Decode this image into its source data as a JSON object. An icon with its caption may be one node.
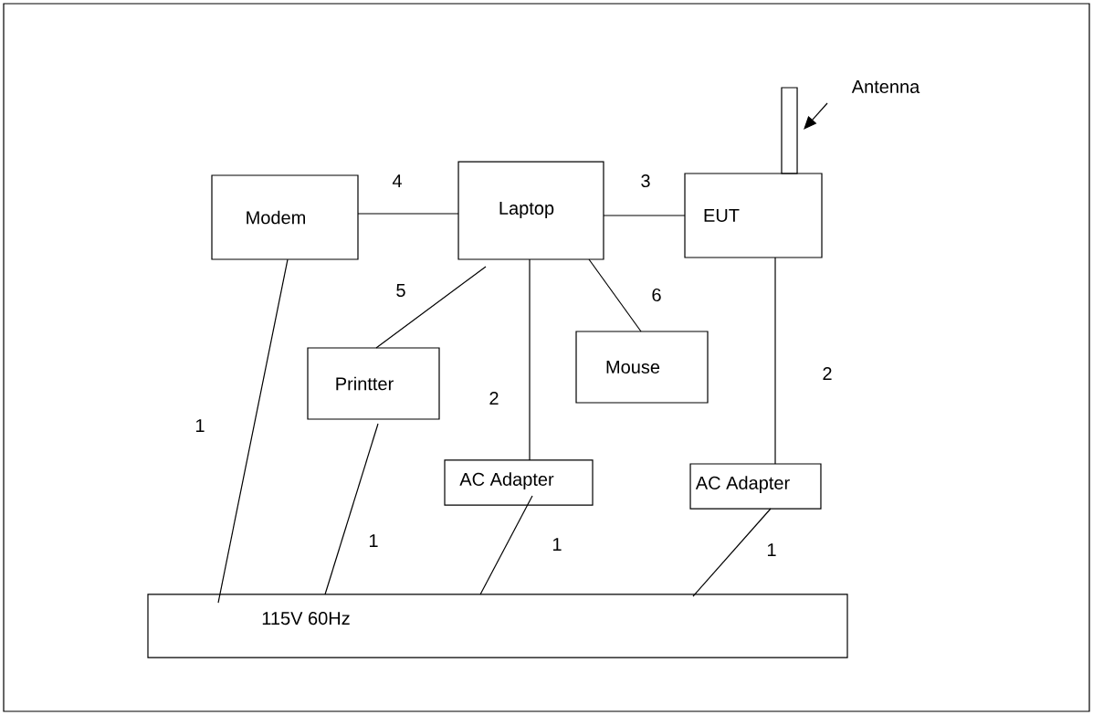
{
  "diagram": {
    "nodes": [
      {
        "text": [
          "Modem"
        ]
      },
      {
        "text": [
          "Laptop"
        ]
      },
      {
        "text": [
          "EUT"
        ]
      },
      {
        "text": [
          "Printter"
        ]
      },
      {
        "text": [
          "Mouse"
        ]
      },
      {
        "text": [
          "AC Adapter"
        ]
      },
      {
        "text": [
          "AC Adapter"
        ]
      },
      {
        "text": [
          "115V 60Hz"
        ]
      },
      {
        "text": [
          "Antenna"
        ]
      },
      {
        "text": [],
        "shape": "bar"
      }
    ],
    "edges": [
      {
        "from": 0,
        "to": 1,
        "arrow": "none",
        "label": "4"
      },
      {
        "from": 1,
        "to": 2,
        "arrow": "none",
        "label": "3"
      },
      {
        "from": 1,
        "to": 3,
        "arrow": "none",
        "label": "5"
      },
      {
        "from": 1,
        "to": 5,
        "arrow": "none",
        "label": "2"
      },
      {
        "from": 1,
        "to": 4,
        "arrow": "none",
        "label": "6"
      },
      {
        "from": 2,
        "to": 6,
        "arrow": "none",
        "label": "2"
      },
      {
        "from": 0,
        "to": 7,
        "arrow": "none",
        "label": "1"
      },
      {
        "from": 3,
        "to": 7,
        "arrow": "none",
        "label": "1"
      },
      {
        "from": 5,
        "to": 7,
        "arrow": "none",
        "label": "1"
      },
      {
        "from": 6,
        "to": 7,
        "arrow": "none",
        "label": "1"
      },
      {
        "from": 8,
        "to": 9,
        "arrow": "to"
      }
    ]
  }
}
